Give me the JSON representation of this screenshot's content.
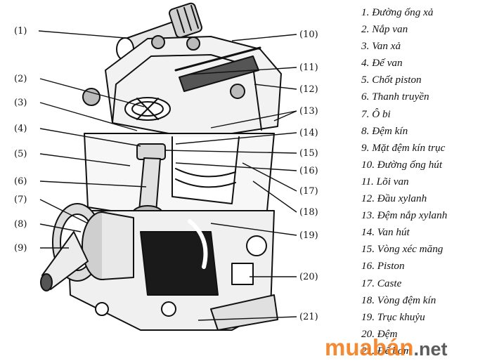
{
  "callouts": [
    {
      "number": "(1)"
    },
    {
      "number": "(2)"
    },
    {
      "number": "(3)"
    },
    {
      "number": "(4)"
    },
    {
      "number": "(5)"
    },
    {
      "number": "(6)"
    },
    {
      "number": "(7)"
    },
    {
      "number": "(8)"
    },
    {
      "number": "(9)"
    },
    {
      "number": "(10)"
    },
    {
      "number": "(11)"
    },
    {
      "number": "(12)"
    },
    {
      "number": "(13)"
    },
    {
      "number": "(14)"
    },
    {
      "number": "(15)"
    },
    {
      "number": "(16)"
    },
    {
      "number": "(17)"
    },
    {
      "number": "(18)"
    },
    {
      "number": "(19)"
    },
    {
      "number": "(20)"
    },
    {
      "number": "(21)"
    }
  ],
  "legend": [
    "1. Đường ống xả",
    "2. Nắp van",
    "3. Van xả",
    "4. Đế van",
    "5. Chốt piston",
    "6. Thanh truyền",
    "7. Ô bi",
    "8. Đệm kín",
    "9. Mặt đệm kín trục",
    "10. Đường ống hút",
    "11. Lõi van",
    "12. Đầu xylanh",
    "13. Đệm nắp xylanh",
    "14. Van hút",
    "15. Vòng xéc măng",
    "16. Piston",
    "17. Caste",
    "18. Vòng đệm kín",
    "19. Trục khuỷu",
    "20. Đệm",
    "21. Đế bơm"
  ],
  "watermark": {
    "brand": "muabán",
    "tld": ".net",
    "brand_color": "#f57e20",
    "tld_color": "#4a4a4a"
  }
}
